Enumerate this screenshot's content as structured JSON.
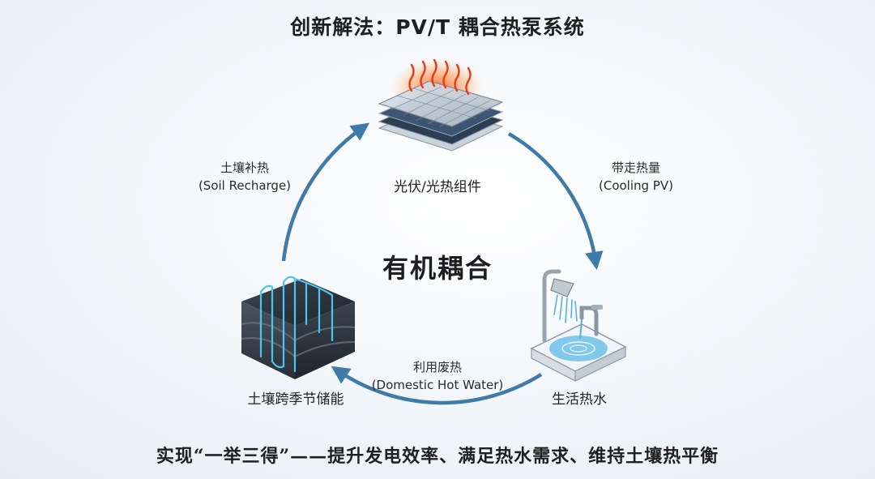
{
  "title": "创新解法：PV/T 耦合热泵系统",
  "center_label": "有机耦合",
  "nodes": {
    "pvt": {
      "label": "光伏/光热组件",
      "icon": "pvt-panel-icon"
    },
    "hot_water": {
      "label": "生活热水",
      "icon": "shower-sink-icon"
    },
    "soil": {
      "label": "土壤跨季节储能",
      "icon": "soil-block-icon"
    }
  },
  "edges": {
    "pvt_to_water": {
      "zh": "带走热量",
      "en": "(Cooling PV)"
    },
    "water_to_soil": {
      "zh": "利用废热",
      "en": "(Domestic Hot Water)"
    },
    "soil_to_pvt": {
      "zh": "土壤补热",
      "en": "(Soil Recharge)"
    }
  },
  "bottom_text": "实现“一举三得”——提升发电效率、满足热水需求、维持土壤热平衡",
  "colors": {
    "arrow": "#3f7aa8",
    "heat": "#f05a2a",
    "soil_pipe": "#4fc3e8",
    "water": "#58b0e0"
  }
}
